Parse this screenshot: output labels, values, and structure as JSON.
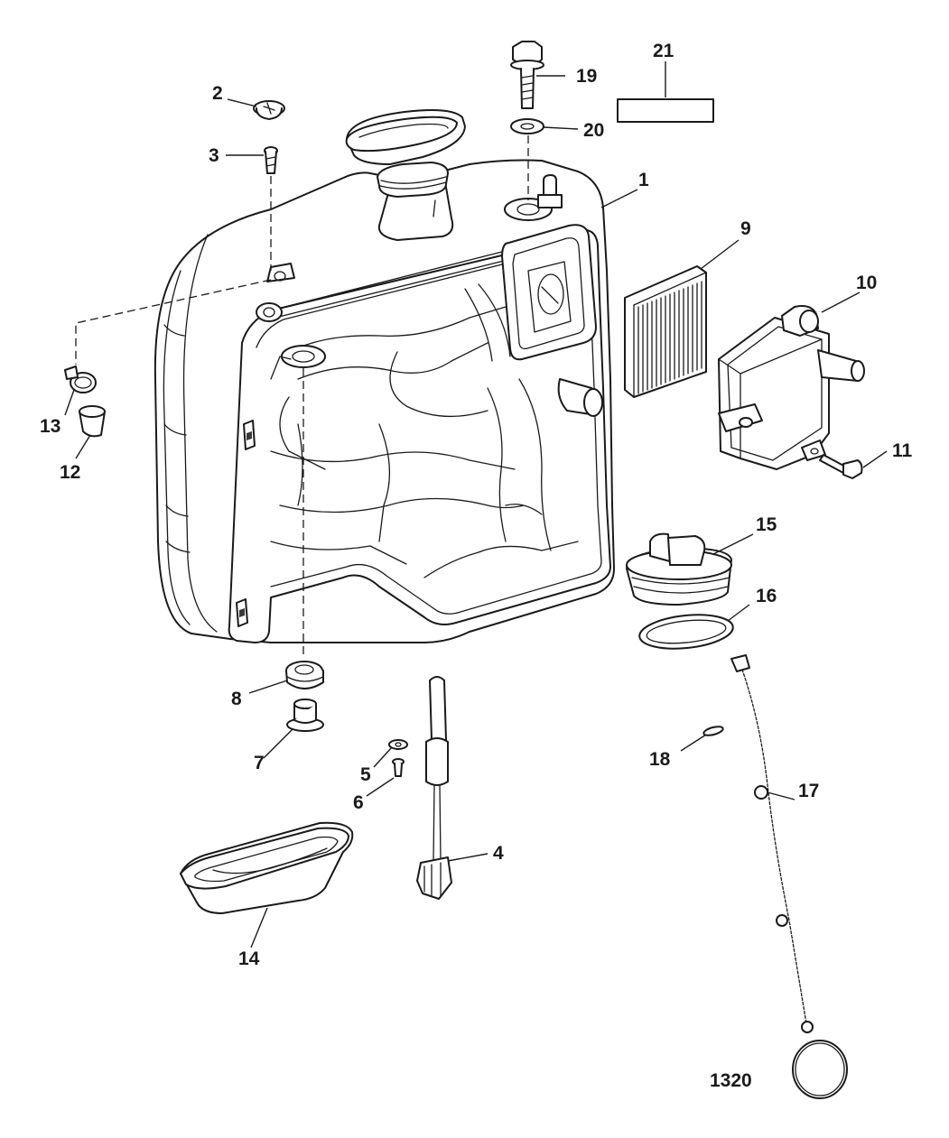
{
  "diagram": {
    "figure_number": "1320",
    "callouts": [
      {
        "id": "1",
        "label": "1"
      },
      {
        "id": "2",
        "label": "2"
      },
      {
        "id": "3",
        "label": "3"
      },
      {
        "id": "4",
        "label": "4"
      },
      {
        "id": "5",
        "label": "5"
      },
      {
        "id": "6",
        "label": "6"
      },
      {
        "id": "7",
        "label": "7"
      },
      {
        "id": "8",
        "label": "8"
      },
      {
        "id": "9",
        "label": "9"
      },
      {
        "id": "10",
        "label": "10"
      },
      {
        "id": "11",
        "label": "11"
      },
      {
        "id": "12",
        "label": "12"
      },
      {
        "id": "13",
        "label": "13"
      },
      {
        "id": "14",
        "label": "14"
      },
      {
        "id": "15",
        "label": "15"
      },
      {
        "id": "16",
        "label": "16"
      },
      {
        "id": "17",
        "label": "17"
      },
      {
        "id": "18",
        "label": "18"
      },
      {
        "id": "19",
        "label": "19"
      },
      {
        "id": "20",
        "label": "20"
      },
      {
        "id": "21",
        "label": "21"
      }
    ]
  }
}
